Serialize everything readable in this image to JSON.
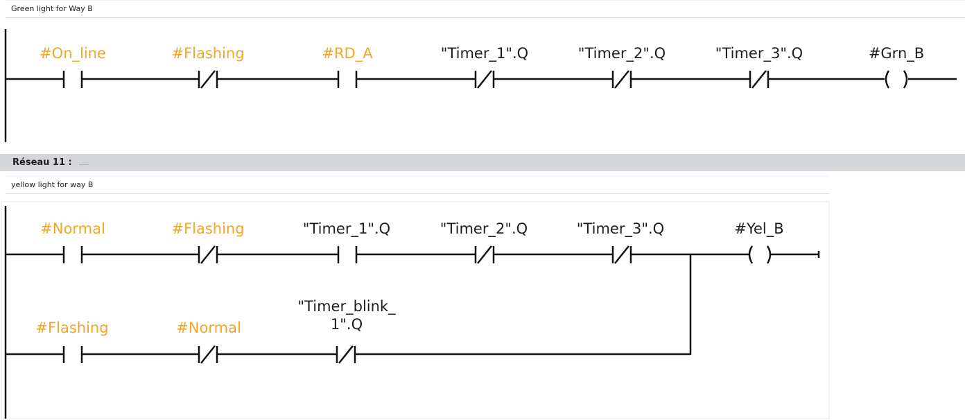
{
  "network10": {
    "comment": "Green light  for Way B",
    "rung1": {
      "elements": [
        {
          "type": "no",
          "label": "#On_line",
          "color": "orange"
        },
        {
          "type": "nc",
          "label": "#Flashing",
          "color": "orange"
        },
        {
          "type": "no",
          "label": "#RD_A",
          "color": "orange"
        },
        {
          "type": "nc",
          "label": "\"Timer_1\".Q",
          "color": "dark"
        },
        {
          "type": "nc",
          "label": "\"Timer_2\".Q",
          "color": "dark"
        },
        {
          "type": "nc",
          "label": "\"Timer_3\".Q",
          "color": "dark"
        },
        {
          "type": "coil",
          "label": "#Grn_B",
          "color": "dark"
        }
      ]
    }
  },
  "network11": {
    "header_title": "Réseau 11 :",
    "header_desc": ".....",
    "comment": "yellow light for way B",
    "rung1": {
      "elements": [
        {
          "type": "no",
          "label": "#Normal",
          "color": "orange"
        },
        {
          "type": "nc",
          "label": "#Flashing",
          "color": "orange"
        },
        {
          "type": "no",
          "label": "\"Timer_1\".Q",
          "color": "dark"
        },
        {
          "type": "nc",
          "label": "\"Timer_2\".Q",
          "color": "dark"
        },
        {
          "type": "nc",
          "label": "\"Timer_3\".Q",
          "color": "dark"
        },
        {
          "type": "coil",
          "label": "#Yel_B",
          "color": "dark"
        }
      ]
    },
    "rung2": {
      "elements": [
        {
          "type": "no",
          "label": "#Flashing",
          "color": "orange"
        },
        {
          "type": "nc",
          "label": "#Normal",
          "color": "orange"
        },
        {
          "type": "nc",
          "label_line1": "\"Timer_blink_",
          "label_line2": "1\".Q",
          "color": "dark"
        }
      ]
    }
  },
  "colors": {
    "orange": "#f5a623",
    "dark": "#1e1e1e",
    "header_bg": "#d4d6d9"
  }
}
